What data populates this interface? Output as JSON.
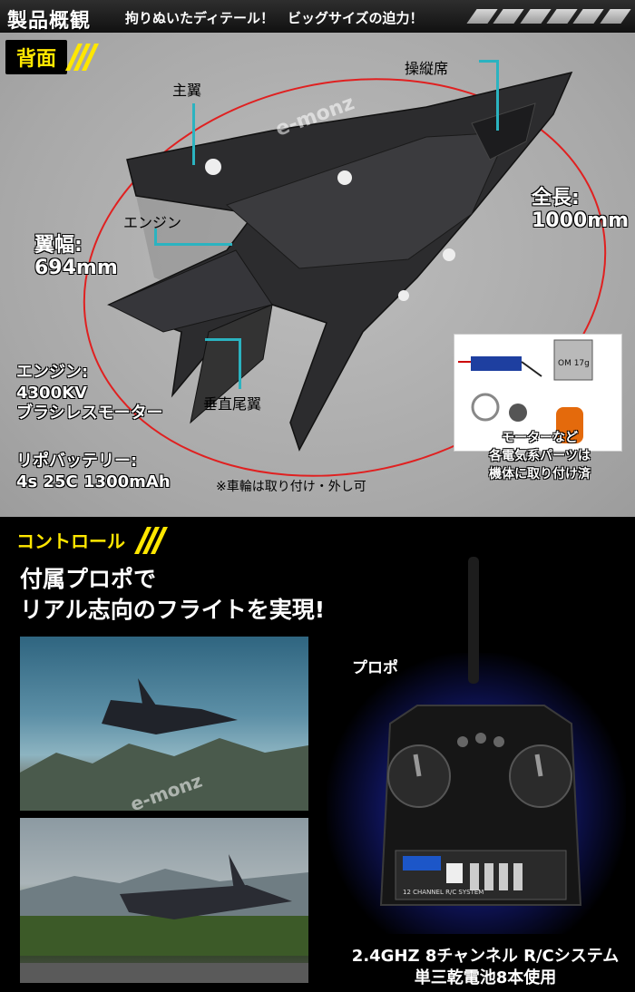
{
  "header": {
    "title": "製品概観",
    "subtitle": "拘りぬいたディテール！　ビッグサイズの迫力！"
  },
  "back_view": {
    "section_tag": "背面",
    "labels": {
      "main_wing": "主翼",
      "cockpit": "操縦席",
      "engine": "エンジン",
      "vertical_tail": "垂直尾翼"
    },
    "wingspan": {
      "label": "翼幅:",
      "value": "694mm"
    },
    "length": {
      "label": "全長:",
      "value": "1000mm"
    },
    "engine_spec": {
      "label": "エンジン:",
      "line1": "4300KV",
      "line2": "ブラシレスモーター"
    },
    "battery_spec": {
      "label": "リポバッテリー:",
      "value": "4s 25C 1300mAh"
    },
    "wheels_note": "※車輪は取り付け・外し可",
    "parts_note": {
      "line1": "モーターなど",
      "line2": "各電気系パーツは",
      "line3": "機体に取り付け済"
    },
    "parts_servo_text": "OM 17g",
    "watermark": "e-monz"
  },
  "control": {
    "section_tag": "コントロール",
    "headline_line1": "付属プロポで",
    "headline_line2": "リアル志向のフライトを実現!",
    "propo_label": "プロポ",
    "spec_line1": "2.4GHZ 8チャンネル R/Cシステム",
    "spec_line2": "単三乾電池8本使用",
    "watermark": "e-monz",
    "transmitter_text": "12 CHANNEL R/C SYSTEM"
  },
  "colors": {
    "accent_yellow": "#ffe700",
    "panel_gray": "#a8a8a8",
    "callout_teal": "#2bb3c0",
    "dimension_red": "#e02020"
  }
}
